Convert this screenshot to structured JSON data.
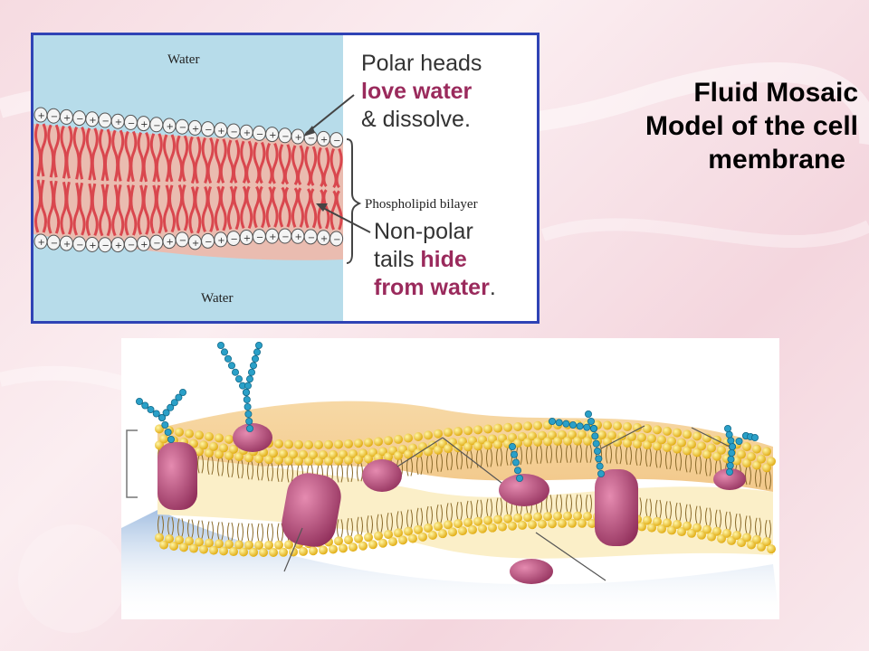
{
  "slide": {
    "title_line1": "Fluid Mosaic",
    "title_line2": "Model of the cell",
    "title_line3": "membrane"
  },
  "bilayer_figure": {
    "water_top": "Water",
    "water_bottom": "Water",
    "phospholipid_label": "Phospholipid bilayer",
    "caption_top_line1": "Polar heads",
    "caption_top_line2": "love water",
    "caption_top_line3": "& dissolve.",
    "caption_bottom_line1": "Non-polar",
    "caption_bottom_line2_a": "tails ",
    "caption_bottom_line2_b": "hide",
    "caption_bottom_line3": "from water",
    "caption_bottom_period": "."
  },
  "colors": {
    "panel_border": "#2f43b5",
    "accent_text": "#9a2a5c",
    "water": "#b7dcea",
    "tails": "#d9474e",
    "membrane_heads": "#f2c21a",
    "protein": "#b34a76",
    "carbohydrate": "#2aa0c8"
  }
}
